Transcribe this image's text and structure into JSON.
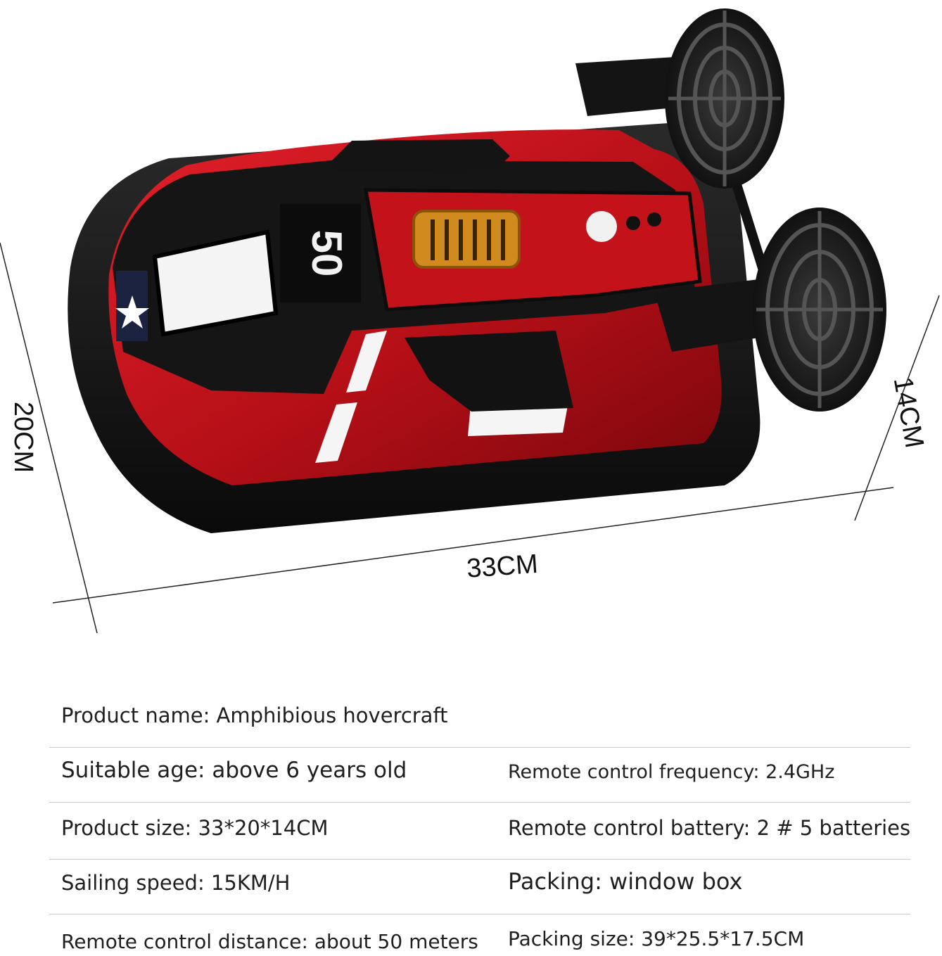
{
  "dimensions": {
    "length": "33CM",
    "width": "20CM",
    "height": "14CM"
  },
  "hull_badge": "50",
  "specs": {
    "product_name": "Product name: Amphibious hovercraft",
    "suitable_age": "Suitable age: above 6 years old",
    "rc_frequency": "Remote control frequency: 2.4GHz",
    "product_size": "Product size: 33*20*14CM",
    "rc_battery": "Remote control battery: 2 # 5 batteries",
    "sailing_speed": "Sailing speed: 15KM/H",
    "packing": "Packing: window box",
    "rc_distance": "Remote control distance: about 50 meters",
    "packing_size": "Packing size: 39*25.5*17.5CM"
  },
  "colors": {
    "hull_red": "#c4121a",
    "skirt_black": "#141414",
    "accent_gold": "#d08a1e"
  }
}
